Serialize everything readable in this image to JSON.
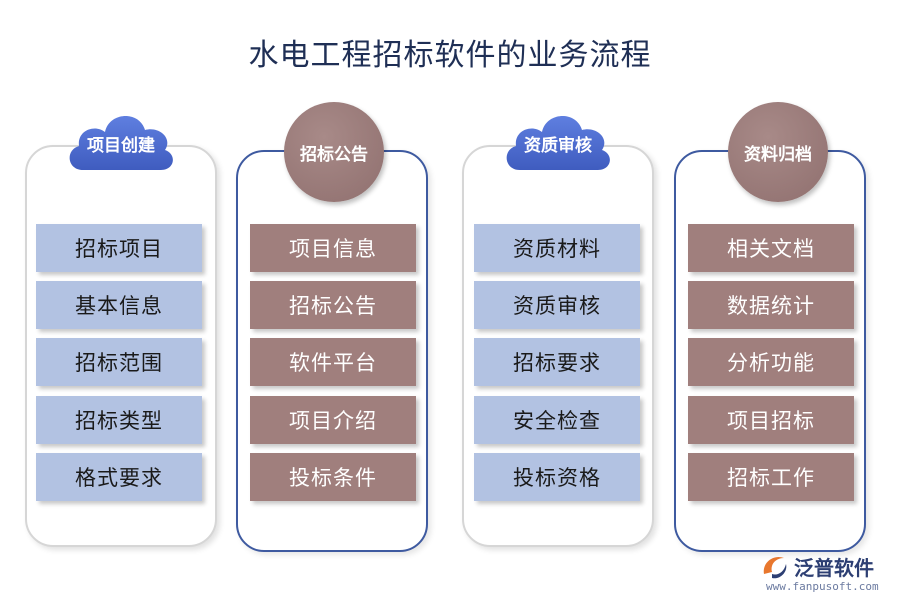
{
  "title": "水电工程招标软件的业务流程",
  "columns": [
    {
      "header": "项目创建",
      "items": [
        "招标项目",
        "基本信息",
        "招标范围",
        "招标类型",
        "格式要求"
      ]
    },
    {
      "header": "招标公告",
      "items": [
        "项目信息",
        "招标公告",
        "软件平台",
        "项目介绍",
        "投标条件"
      ]
    },
    {
      "header": "资质审核",
      "items": [
        "资质材料",
        "资质审核",
        "招标要求",
        "安全检查",
        "投标资格"
      ]
    },
    {
      "header": "资料归档",
      "items": [
        "相关文档",
        "数据统计",
        "分析功能",
        "项目招标",
        "招标工作"
      ]
    }
  ],
  "logo": {
    "name": "泛普软件",
    "url": "www.fanpusoft.com"
  },
  "colors": {
    "cloud_blue": "#4f6fd0",
    "light_item": "#b2c2e2",
    "dark_item": "#a07f7d",
    "panel_border_blue": "#3e5aa0"
  }
}
